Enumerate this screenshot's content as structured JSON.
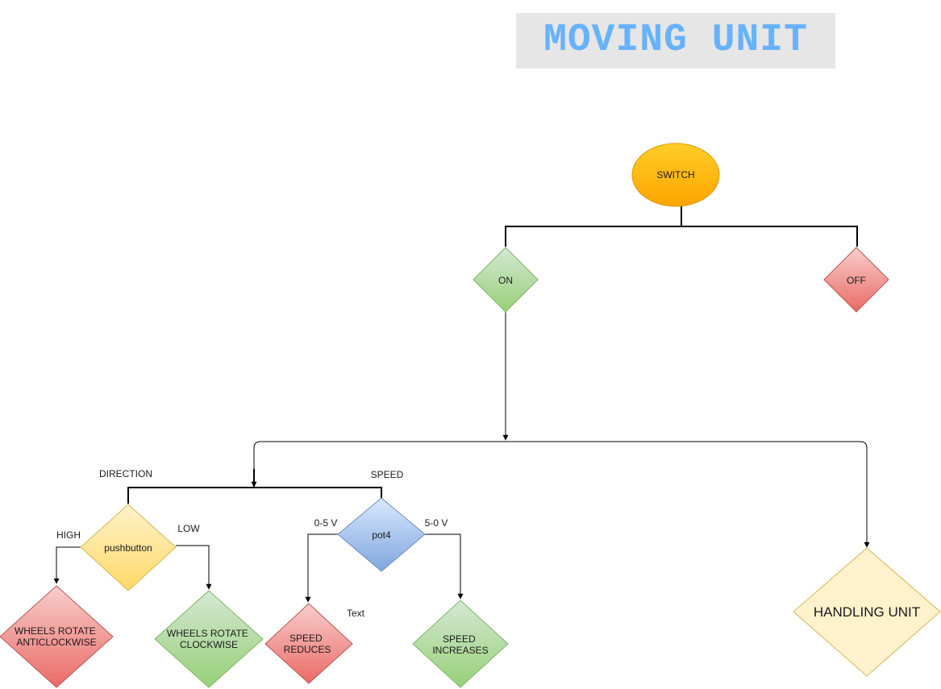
{
  "title": {
    "text": "MOVING UNIT",
    "color": "#66b2ff",
    "background": "#e6e6e6"
  },
  "nodes": {
    "switch": {
      "label": "SWITCH",
      "shape": "ellipse",
      "fill_top": "#ffcd28",
      "fill_bottom": "#ffa500",
      "stroke": "#d79b00"
    },
    "on": {
      "label": "ON",
      "shape": "diamond",
      "fill_top": "#d5e8d4",
      "fill_bottom": "#97d077",
      "stroke": "#82b366"
    },
    "off": {
      "label": "OFF",
      "shape": "diamond",
      "fill_top": "#f8cecc",
      "fill_bottom": "#ea6b66",
      "stroke": "#b85450"
    },
    "pushbutton": {
      "label": "pushbutton",
      "shape": "diamond",
      "fill_top": "#fff2cc",
      "fill_bottom": "#ffd966",
      "stroke": "#d6b656"
    },
    "pot4": {
      "label": "pot4",
      "shape": "diamond",
      "fill_top": "#dae8fc",
      "fill_bottom": "#7ea6e0",
      "stroke": "#6c8ebf"
    },
    "wheels_anticlockwise": {
      "label": [
        "WHEELS ROTATE",
        "ANTICLOCKWISE"
      ],
      "shape": "diamond",
      "fill_top": "#f8cecc",
      "fill_bottom": "#ea6b66",
      "stroke": "#b85450"
    },
    "wheels_clockwise": {
      "label": [
        "WHEELS ROTATE",
        "CLOCKWISE"
      ],
      "shape": "diamond",
      "fill_top": "#d5e8d4",
      "fill_bottom": "#97d077",
      "stroke": "#82b366"
    },
    "speed_reduces": {
      "label": [
        "SPEED",
        "REDUCES"
      ],
      "shape": "diamond",
      "fill_top": "#f8cecc",
      "fill_bottom": "#ea6b66",
      "stroke": "#b85450"
    },
    "speed_increases": {
      "label": [
        "SPEED",
        "INCREASES"
      ],
      "shape": "diamond",
      "fill_top": "#d5e8d4",
      "fill_bottom": "#97d077",
      "stroke": "#82b366"
    },
    "handling_unit": {
      "label": "HANDLING UNIT",
      "shape": "diamond",
      "fill": "#fff2cc",
      "stroke": "#d6b656"
    }
  },
  "edge_labels": {
    "direction": "DIRECTION",
    "speed": "SPEED",
    "high": "HIGH",
    "low": "LOW",
    "v_0_5": "0-5 V",
    "v_5_0": "5-0 V",
    "text": "Text"
  },
  "edges": [
    {
      "from": "switch",
      "to": "on"
    },
    {
      "from": "switch",
      "to": "off"
    },
    {
      "from": "on",
      "to": "branch"
    },
    {
      "from": "branch",
      "to": "direction-speed-bar"
    },
    {
      "from": "branch",
      "to": "handling_unit"
    },
    {
      "from": "pushbutton",
      "to": "wheels_anticlockwise",
      "label": "HIGH"
    },
    {
      "from": "pushbutton",
      "to": "wheels_clockwise",
      "label": "LOW"
    },
    {
      "from": "pot4",
      "to": "speed_reduces",
      "label": "0-5 V"
    },
    {
      "from": "pot4",
      "to": "speed_increases",
      "label": "5-0 V"
    }
  ]
}
